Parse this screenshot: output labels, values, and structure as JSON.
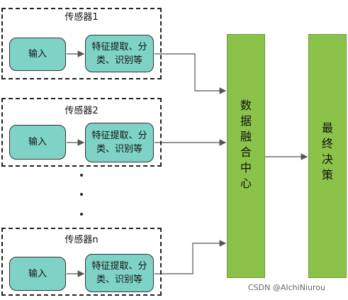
{
  "sensors": [
    {
      "title": "传感器1",
      "input": "输入",
      "process_line1": "特征提取、分",
      "process_line2": "类、识别等"
    },
    {
      "title": "传感器2",
      "input": "输入",
      "process_line1": "特征提取、分",
      "process_line2": "类、识别等"
    },
    {
      "title": "传感器n",
      "input": "输入",
      "process_line1": "特征提取、分",
      "process_line2": "类、识别等"
    }
  ],
  "fusion_center": {
    "label": "数据融合中心",
    "chars": [
      "数",
      "据",
      "融",
      "合",
      "中",
      "心"
    ]
  },
  "final_decision": {
    "label": "最终决策",
    "chars": [
      "最",
      "终",
      "决",
      "策"
    ]
  },
  "watermark": "CSDN @AIchiNiurou"
}
